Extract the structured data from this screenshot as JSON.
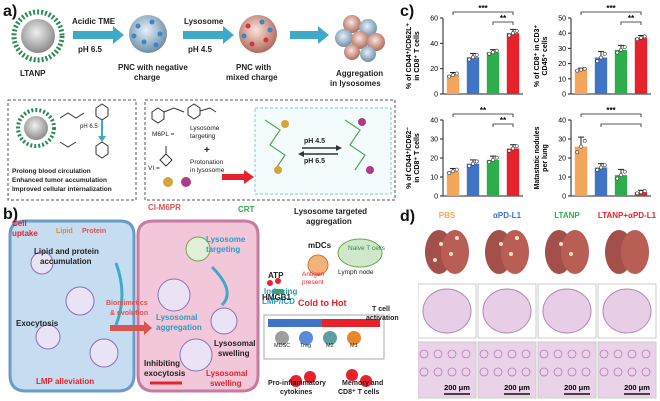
{
  "panel_a": {
    "letter": "a)",
    "stage_labels": [
      "LTANP",
      "PNC with negative charge",
      "PNC with mixed charge",
      "Aggregation in lysosomes"
    ],
    "stage_label_lines": [
      [
        "LTANP"
      ],
      [
        "PNC with negative",
        "charge"
      ],
      [
        "PNC with",
        "mixed charge"
      ],
      [
        "Aggregation",
        "in lysosomes"
      ]
    ],
    "arrows": [
      {
        "top": "Acidic TME",
        "bottom": "pH 6.5"
      },
      {
        "top": "Lysosome",
        "bottom": "pH 4.5"
      }
    ],
    "inset_ph": "pH 6.5",
    "benefits": [
      "Prolong blood circulation",
      "Enhanced tumor accumulation",
      "Improved cellular internalization"
    ],
    "m6pl_label": "M6PL =",
    "m6pl_desc": [
      "Lysosome",
      "targeting"
    ],
    "vi_label": "VI =",
    "vi_desc": [
      "Protonation",
      "in lysosome"
    ],
    "plus": "+",
    "eq_top": "pH 4.5",
    "eq_bottom": "pH 6.5"
  },
  "panel_b": {
    "letter": "b)",
    "cell_uptake": [
      "Cell",
      "uptake"
    ],
    "lipid": "Lipid",
    "protein": "Protein",
    "lipid_protein_acc": [
      "Lipid and protein",
      "accumulation"
    ],
    "exocytosis": "Exocytosis",
    "lmp_alleviation": "LMP alleviation",
    "biomimetics": [
      "Biomimetics",
      "& evolution"
    ],
    "ci_m6pr": "CI-M6PR",
    "crt": "CRT",
    "lysosome_targeting": [
      "Lysosome",
      "targeting"
    ],
    "lysosomal_aggregation": [
      "Lysosomal",
      "aggregation"
    ],
    "lysosomal_swelling_1": [
      "Lysosomal",
      "swelling"
    ],
    "lysosomal_swelling_2": [
      "Lysosomal",
      "swelling"
    ],
    "inhibiting_exocytosis": [
      "Inhibiting",
      "exocytosis"
    ],
    "inducing_lmp": [
      "Inducing",
      "LMP/ICD"
    ],
    "lysosome_targeted_aggregation": [
      "Lysosome targeted",
      "aggregation"
    ],
    "atp": "ATP",
    "hmgb1": "HMGB1",
    "mdcs": "mDCs",
    "antigen_present": [
      "Antigen",
      "present"
    ],
    "naive_t": "Naive T cells",
    "lymph_node": "Lymph node",
    "cold_to_hot": "Cold  to Hot",
    "immune_cells": [
      "MDSC",
      "Treg",
      "M2",
      "M1"
    ],
    "t_cell_activation": [
      "T cell",
      "activation"
    ],
    "memory_t": [
      "Memory and",
      "CD8⁺ T cells"
    ],
    "cytokines": [
      "Pro-inflammatory",
      "cytokines"
    ]
  },
  "panel_c": {
    "letter": "c)",
    "groups": [
      "PBS",
      "αPD-L1",
      "LTANP",
      "LTANP+αPD-L1"
    ],
    "colors": [
      "#f5a55a",
      "#3f74c6",
      "#2eae4a",
      "#e8222b"
    ],
    "charts": [
      {
        "ylabel": [
          "% of CD44⁺/CD62L⁺",
          "in CD8⁺ T cells"
        ],
        "ylim": [
          0,
          60
        ],
        "yticks": [
          0,
          20,
          40,
          60
        ],
        "values": [
          15,
          29,
          33,
          48
        ],
        "errors": [
          2,
          3,
          2,
          3
        ],
        "significance": [
          {
            "from": 0,
            "to": 3,
            "label": "***"
          },
          {
            "from": 2,
            "to": 3,
            "label": "**"
          }
        ]
      },
      {
        "ylabel": [
          "% of CD8⁺ in CD3⁺",
          "CD45⁺ cells"
        ],
        "ylim": [
          0,
          50
        ],
        "yticks": [
          0,
          10,
          20,
          30,
          40,
          50
        ],
        "values": [
          16,
          24,
          29,
          37
        ],
        "errors": [
          1,
          4,
          3,
          1.5
        ],
        "significance": [
          {
            "from": 0,
            "to": 3,
            "label": "***"
          },
          {
            "from": 2,
            "to": 3,
            "label": "**"
          }
        ]
      },
      {
        "ylabel": [
          "% of CD44⁺/CD62⁻",
          "in CD8⁺ T cells"
        ],
        "ylim": [
          0,
          40
        ],
        "yticks": [
          0,
          10,
          20,
          30,
          40
        ],
        "values": [
          13,
          17,
          19,
          25
        ],
        "errors": [
          1.5,
          2,
          2,
          2
        ],
        "significance": [
          {
            "from": 0,
            "to": 3,
            "label": "**"
          },
          {
            "from": 2,
            "to": 3,
            "label": "**"
          }
        ]
      },
      {
        "ylabel": [
          "Matastatic nodules",
          "per lung"
        ],
        "ylim": [
          0,
          40
        ],
        "yticks": [
          0,
          10,
          20,
          30,
          40
        ],
        "values": [
          26,
          15,
          11,
          2
        ],
        "errors": [
          5,
          2,
          3,
          1
        ],
        "significance": [
          {
            "from": 0,
            "to": 3,
            "label": "***"
          },
          {
            "from": 1,
            "to": 3,
            "label": ""
          }
        ]
      }
    ]
  },
  "panel_d": {
    "letter": "d)",
    "scale_bar": "200 μm"
  }
}
